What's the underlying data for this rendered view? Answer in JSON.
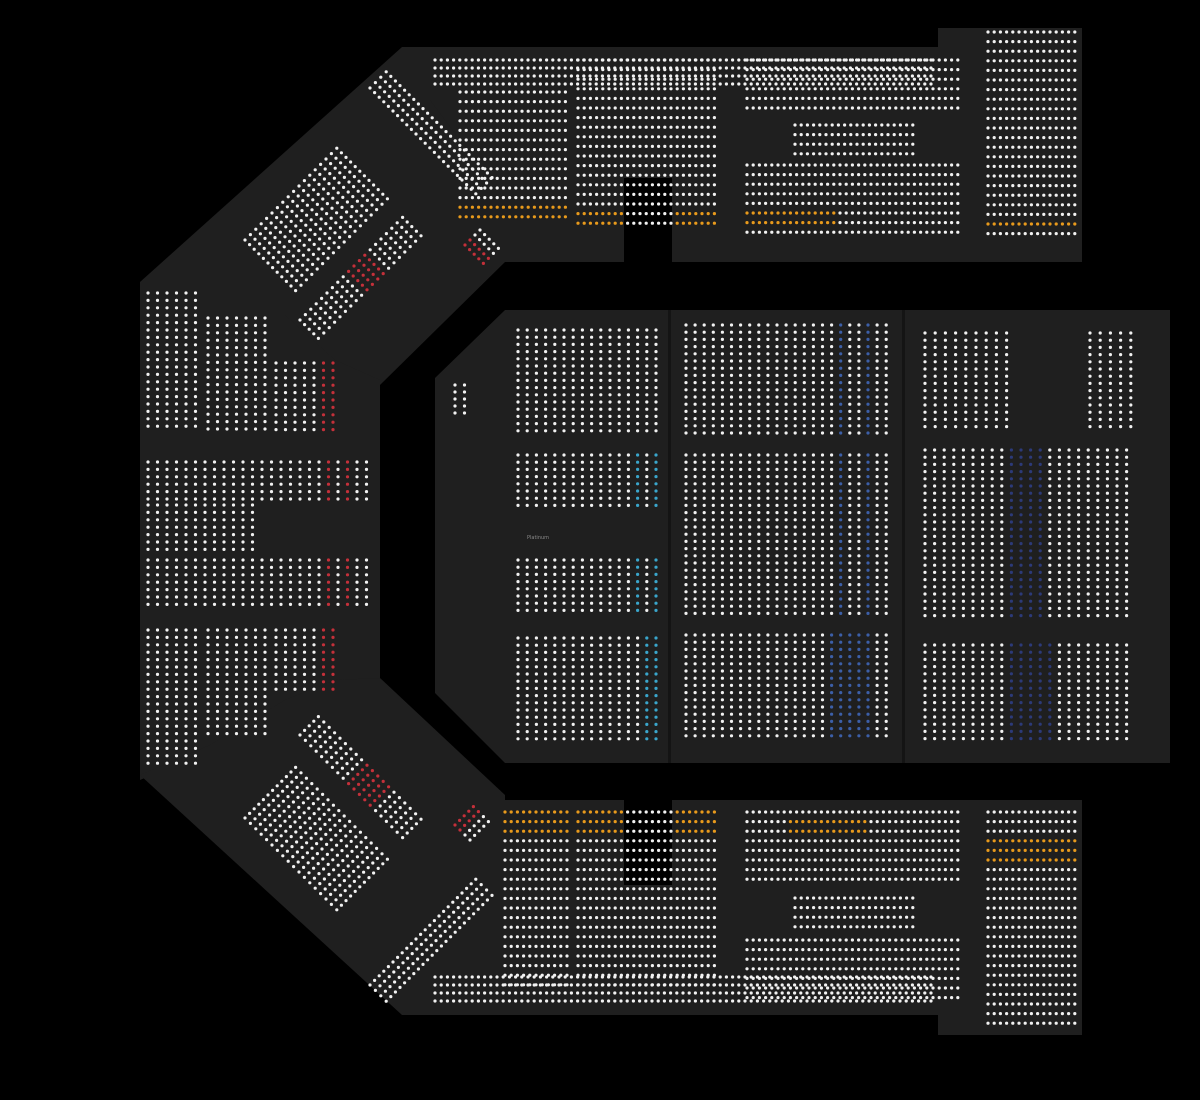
{
  "seat_map": {
    "floor_label": "Platinum",
    "colors": {
      "background": "#000000",
      "section_fill": "#1f1f1f",
      "seat_available": "#f2f2f2",
      "seat_red": "#c4303a",
      "seat_orange": "#e89a1c",
      "seat_cyan": "#3aa6cc",
      "seat_blue": "#3c5fa8",
      "seat_navy": "#2c3a78"
    },
    "icons": {
      "seat": "circle-seat-icon"
    },
    "price_tiers": [
      {
        "name": "available",
        "color": "#f2f2f2"
      },
      {
        "name": "red",
        "color": "#c4303a"
      },
      {
        "name": "orange",
        "color": "#e89a1c"
      },
      {
        "name": "cyan",
        "color": "#3aa6cc"
      },
      {
        "name": "blue",
        "color": "#3c5fa8"
      },
      {
        "name": "navy",
        "color": "#2c3a78"
      }
    ]
  }
}
